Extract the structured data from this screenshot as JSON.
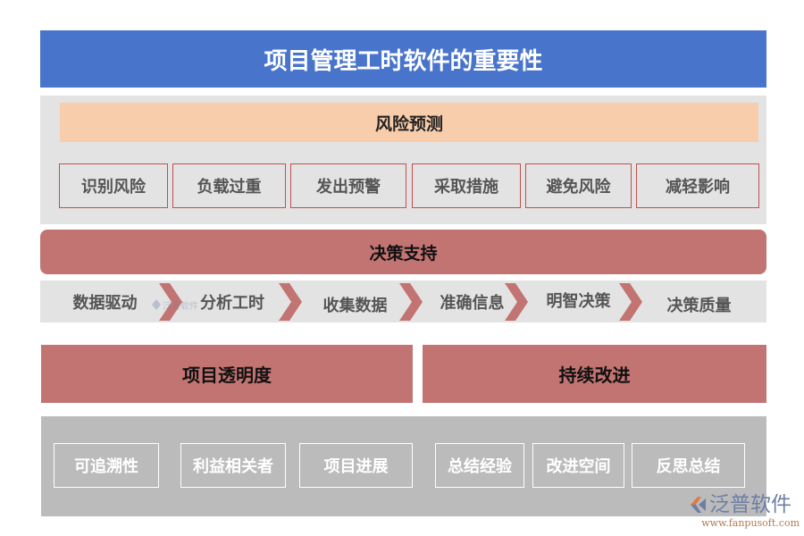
{
  "title": "项目管理工时软件的重要性",
  "risk_section": {
    "header": "风险预测",
    "items": [
      "识别风险",
      "负载过重",
      "发出预警",
      "采取措施",
      "避免风险",
      "减轻影响"
    ]
  },
  "decision_section": {
    "header": "决策支持",
    "flow": [
      "数据驱动",
      "分析工时",
      "收集数据",
      "准确信息",
      "明智决策",
      "决策质量"
    ]
  },
  "pillars": {
    "left": {
      "header": "项目透明度",
      "items": [
        "可追溯性",
        "利益相关者",
        "项目进展"
      ]
    },
    "right": {
      "header": "持续改进",
      "items": [
        "总结经验",
        "改进空间",
        "反思总结"
      ]
    }
  },
  "logo": {
    "name": "泛普软件",
    "url": "www.fanpusoft.com"
  },
  "watermark": "泛普软件",
  "colors": {
    "title_bg": "#4874cb",
    "risk_header_bg": "#f8cdab",
    "accent_red": "#c27472",
    "box_border": "#c0504d",
    "panel_gray": "#e3e3e3",
    "bottom_gray": "#bbbbbb"
  }
}
